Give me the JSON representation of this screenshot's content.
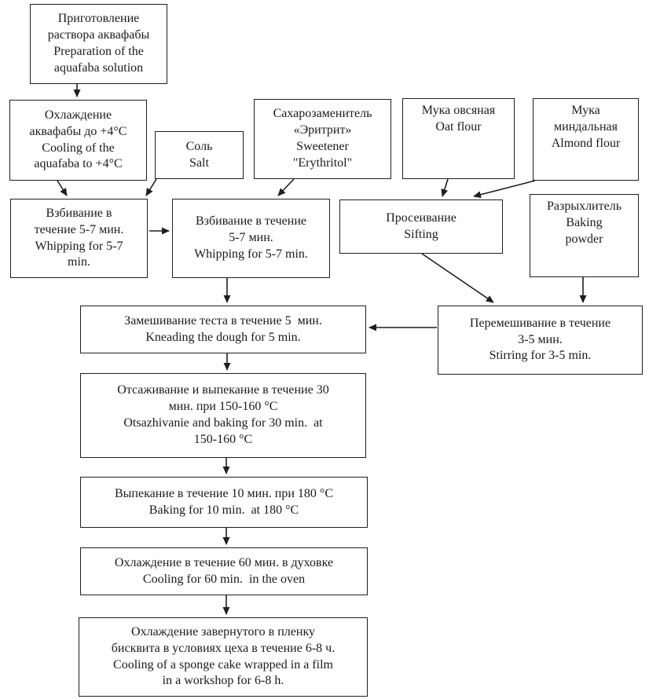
{
  "diagram_title": "Sponge cake production flowchart (aquafaba)",
  "colors": {
    "line": "#1f1f1f",
    "text": "#1b1b1b",
    "background": "#ffffff"
  },
  "nodes": [
    {
      "id": "aquafaba-preparation",
      "text": "Приготовление\nраствора аквафабы\nPreparation of the\naquafaba solution"
    },
    {
      "id": "aquafaba-cooling",
      "text": "Охлаждение\nаквафабы до +4°C\nCooling of the\naquafaba to +4°C"
    },
    {
      "id": "salt",
      "text": "Соль\nSalt"
    },
    {
      "id": "sweetener-erythritol",
      "text": "Сахарозаменитель\n«Эритрит»\nSweetener\n\"Erythritol\""
    },
    {
      "id": "oat-flour",
      "text": "Мука овсяная\nOat flour"
    },
    {
      "id": "almond-flour",
      "text": "Мука\nминдальная\nAlmond flour"
    },
    {
      "id": "whipping-1",
      "text": "Взбивание в\nтечение 5-7 мин.\nWhipping for 5-7\nmin."
    },
    {
      "id": "whipping-2",
      "text": "Взбивание в течение\n5-7 мин.\nWhipping for 5-7 min."
    },
    {
      "id": "sifting",
      "text": "Просеивание\nSifting"
    },
    {
      "id": "baking-powder",
      "text": "Разрыхлитель\nBaking\npowder"
    },
    {
      "id": "kneading",
      "text": "Замешивание теста в течение 5  мин.\nKneading the dough for 5 min."
    },
    {
      "id": "stirring",
      "text": "Перемешивание в течение\n3-5 мин.\nStirring for 3-5 min."
    },
    {
      "id": "piping-baking",
      "text": "Отсаживание и выпекание в течение 30\nмин. при 150-160 °С\nOtsazhivanie and baking for 30 min.  at\n150-160 °C"
    },
    {
      "id": "baking-180",
      "text": "Выпекание в течение 10 мин. при 180 °С\nBaking for 10 min.  at 180 °С"
    },
    {
      "id": "cooling-oven",
      "text": "Охлаждение в течение 60 мин. в духовке\nCooling for 60 min.  in the oven"
    },
    {
      "id": "cooling-wrapped",
      "text": "Охлаждение завернутого в пленку\nбисквита в условиях цеха в течение 6-8 ч.\nCooling of a sponge cake wrapped in a film\nin a workshop for 6-8 h."
    }
  ],
  "edges": [
    {
      "from": "aquafaba-preparation",
      "to": "aquafaba-cooling"
    },
    {
      "from": "aquafaba-cooling",
      "to": "whipping-1"
    },
    {
      "from": "salt",
      "to": "whipping-1"
    },
    {
      "from": "whipping-1",
      "to": "whipping-2"
    },
    {
      "from": "sweetener-erythritol",
      "to": "whipping-2"
    },
    {
      "from": "oat-flour",
      "to": "sifting"
    },
    {
      "from": "almond-flour",
      "to": "sifting"
    },
    {
      "from": "sifting",
      "to": "stirring"
    },
    {
      "from": "baking-powder",
      "to": "stirring"
    },
    {
      "from": "whipping-2",
      "to": "kneading"
    },
    {
      "from": "stirring",
      "to": "kneading"
    },
    {
      "from": "kneading",
      "to": "piping-baking"
    },
    {
      "from": "piping-baking",
      "to": "baking-180"
    },
    {
      "from": "baking-180",
      "to": "cooling-oven"
    },
    {
      "from": "cooling-oven",
      "to": "cooling-wrapped"
    }
  ]
}
